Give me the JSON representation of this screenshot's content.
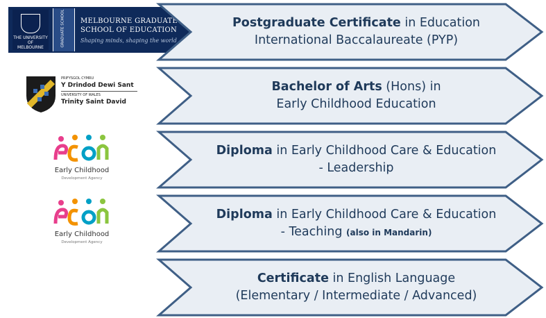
{
  "logos": {
    "melbourne": {
      "crest_line1": "THE UNIVERSITY OF",
      "crest_line2": "MELBOURNE",
      "side_text": "GRADUATE SCHOOL",
      "title_line1": "MELBOURNE GRADUATE",
      "title_line2": "SCHOOL OF EDUCATION",
      "tagline": "Shaping minds, shaping the world"
    },
    "trinity": {
      "line1": "PRIFYSGOL CYMRU",
      "line2": "Y Drindod Dewi Sant",
      "line3": "UNIVERSITY OF WALES",
      "line4": "Trinity Saint David"
    },
    "ecda_1": {
      "name": "Early Childhood",
      "sub": "Development Agency"
    },
    "ecda_2": {
      "name": "Early Childhood",
      "sub": "Development Agency"
    }
  },
  "programmes": [
    {
      "bold": "Postgraduate Certificate",
      "rest": " in Education",
      "line2": "International Baccalaureate (PYP)",
      "note": ""
    },
    {
      "bold": "Bachelor of Arts",
      "rest": " (Hons) in",
      "line2": "Early Childhood Education",
      "note": ""
    },
    {
      "bold": "Diploma",
      "rest": " in Early Childhood Care & Education",
      "line2": "- Leadership",
      "note": ""
    },
    {
      "bold": "Diploma",
      "rest": " in Early Childhood Care & Education",
      "line2": "- Teaching",
      "note": "(also in Mandarin)"
    },
    {
      "bold": "Certificate",
      "rest": " in English Language",
      "line2": "(Elementary / Intermediate / Advanced)",
      "note": ""
    }
  ],
  "colors": {
    "chevron_fill": "#e9eef4",
    "chevron_stroke": "#3f5f86",
    "text": "#1f3a5a",
    "melbourne_navy": "#0f2a5a"
  }
}
